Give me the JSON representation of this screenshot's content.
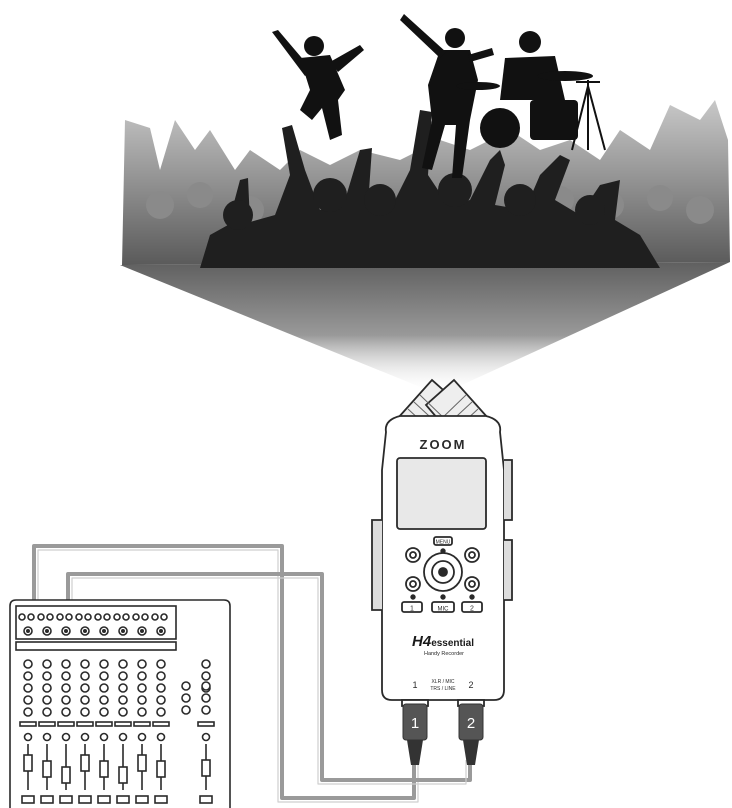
{
  "recorder": {
    "brand": "ZOOM",
    "model_main": "H4",
    "model_suffix": "essential",
    "model_sub": "Handy Recorder",
    "menu_label": "MENU",
    "button_1": "1",
    "button_mic": "MIC",
    "button_2": "2",
    "input_1": "1",
    "input_2": "2",
    "input_type_top": "XLR / MIC",
    "input_type_bottom": "TRS / LINE"
  },
  "plugs": {
    "plug_1": "1",
    "plug_2": "2"
  },
  "colors": {
    "outline": "#2a2a2a",
    "cable": "#9a9a9a",
    "plug": "#555555",
    "crowd_dark": "#1c1c1c"
  },
  "icons": [
    "band-crowd-illustration",
    "mixer-illustration",
    "recorder-illustration",
    "cable",
    "xlr-plug"
  ]
}
